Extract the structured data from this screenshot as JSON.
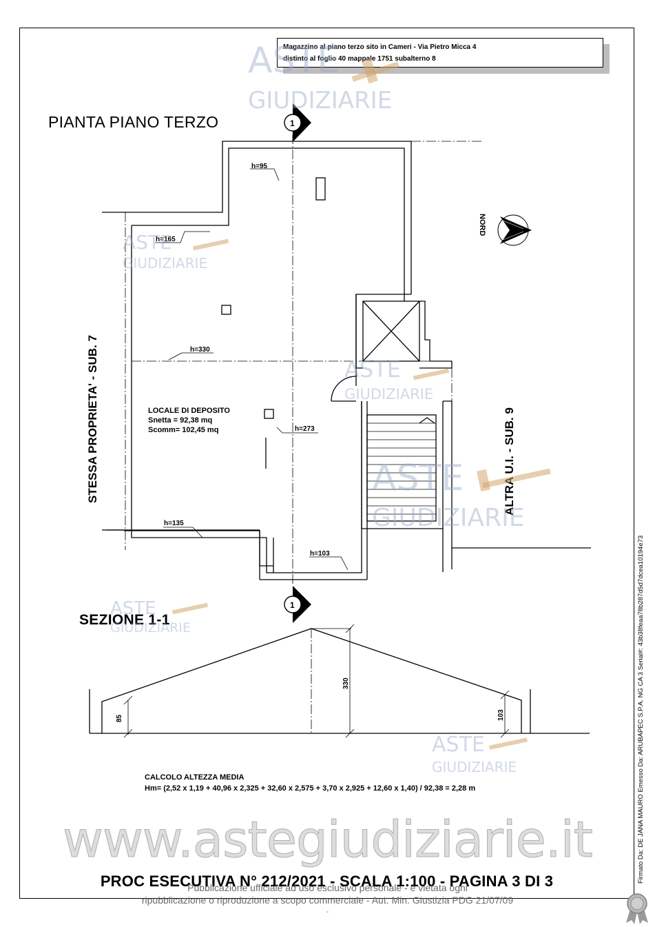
{
  "header": {
    "title_line1": "Magazzino al piano terzo sito in Cameri - Via Pietro Micca 4",
    "title_line2": "distinto al foglio 40 mappale 1751 subalterno 8"
  },
  "plan": {
    "title": "PIANTA PIANO TERZO",
    "section_marker": "1",
    "north_label": "NORD",
    "left_side_label": "STESSA PROPRIETA' - SUB. 7",
    "right_side_label": "ALTRA U.I. - SUB. 9",
    "heights": [
      "h=95",
      "h=165",
      "h=330",
      "h=273",
      "h=135",
      "h=103"
    ],
    "room": {
      "name": "LOCALE DI DEPOSITO",
      "snetta": "Snetta = 92,38 mq",
      "scomm": "Scomm= 102,45  mq"
    }
  },
  "section": {
    "title": "SEZIONE 1-1",
    "dims": [
      "85",
      "330",
      "103"
    ]
  },
  "calculation": {
    "title": "CALCOLO ALTEZZA MEDIA",
    "formula": "Hm= (2,52 x 1,19 + 40,96 x 2,325 + 32,60 x 2,575 + 3,70 x 2,925 + 12,60 x 1,40) / 92,38 = 2,28 m"
  },
  "watermark": {
    "brand_top": "ASTE",
    "brand_bottom": "GIUDIZIARIE",
    "site": "www.astegiudiziarie.it"
  },
  "footer": {
    "main": "PROC ESECUTIVA N° 212/2021  -  SCALA 1:100  -  PAGINA 3 DI 3",
    "note_line1": "Pubblicazione ufficiale ad uso esclusivo personale - è vietata ogni",
    "note_line2": "ripubblicazione o riproduzione a scopo commerciale - Aut. Min. Giustizia PDG 21/07/09",
    "page_mark": "-"
  },
  "signature": {
    "text": "Firmato Da: DE JANA MAURO Emesso Da: ARUBAPEC S.P.A. NG CA 3 Serial#: 43b38feaa78b287d5d7dcea10194e73"
  },
  "icons": [
    "north-arrow-icon",
    "section-marker-icon",
    "seal-icon",
    "gavel-icon"
  ]
}
